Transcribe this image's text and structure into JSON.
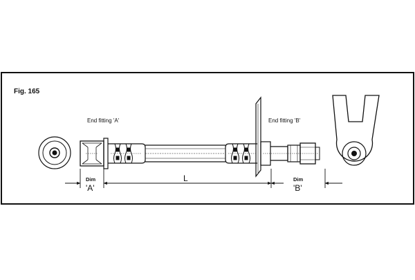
{
  "figure": {
    "number": "Fig. 165"
  },
  "labels": {
    "end_fitting_a": "End fitting 'A'",
    "end_fitting_b": "End fitting 'B'",
    "dim_a_small": "Dim",
    "dim_a_large": "'A'",
    "dim_b_small": "Dim",
    "dim_b_large": "'B'",
    "length": "L"
  },
  "colors": {
    "line": "#111111",
    "frame": "#1a1a1a",
    "background": "#ffffff"
  }
}
